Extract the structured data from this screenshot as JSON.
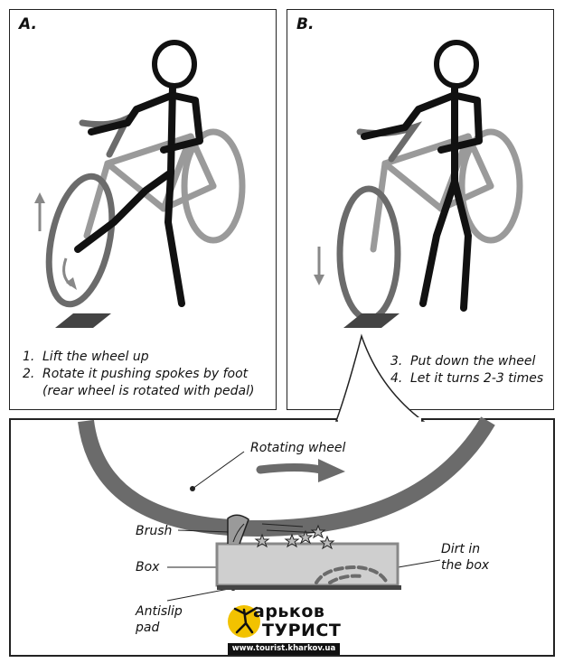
{
  "panel_a": {
    "letter": "A.",
    "steps": [
      {
        "num": "1.",
        "text": "Lift the wheel up"
      },
      {
        "num": "2.",
        "text": "Rotate it pushing spokes by foot"
      }
    ],
    "note": "(rear wheel is rotated with pedal)"
  },
  "panel_b": {
    "letter": "B.",
    "steps": [
      {
        "num": "3.",
        "text": "Put down the wheel"
      },
      {
        "num": "4.",
        "text": "Let it turns 2-3 times"
      }
    ]
  },
  "detail": {
    "labels": {
      "rotating_wheel": "Rotating wheel",
      "brush": "Brush",
      "box": "Box",
      "dirt_line1": "Dirt in",
      "dirt_line2": "the box",
      "antislip_line1": "Antislip",
      "antislip_line2": "pad"
    }
  },
  "logo": {
    "word1": "арьков",
    "word2": "ТУРИСТ",
    "url": "www.tourist.kharkov.ua"
  },
  "colors": {
    "outline": "#222222",
    "wheel_gray": "#6b6b6b",
    "light_gray": "#9a9a9a",
    "box_fill": "#cfcfcf",
    "logo_yellow": "#f2c200"
  },
  "icons": [
    "arrow-up-icon",
    "arrow-down-icon",
    "rotate-arrow-icon",
    "star-icon",
    "stick-figure-icon",
    "bicycle-icon"
  ]
}
